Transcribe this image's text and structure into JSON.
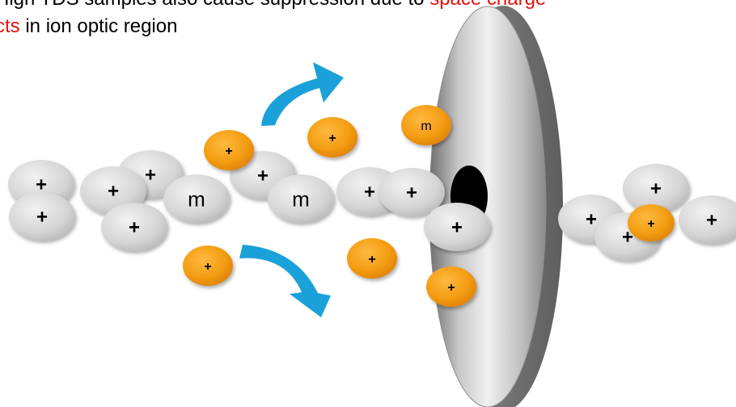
{
  "caption": {
    "line1_start": "High TDS samples also cause suppression due to ",
    "line1_highlight": "space charge",
    "line2_highlight": "cts",
    "line2_end": " in ion optic region"
  },
  "labels": {
    "plus": "+",
    "m": "m"
  },
  "colors": {
    "text": "#000000",
    "highlight": "#e3120b",
    "matrix_ion": "#d9d9d9",
    "analyte_ion": "#f39c12",
    "arrow": "#1ba1d9",
    "cone": "#a9a9a9",
    "cone_hole": "#000000"
  }
}
